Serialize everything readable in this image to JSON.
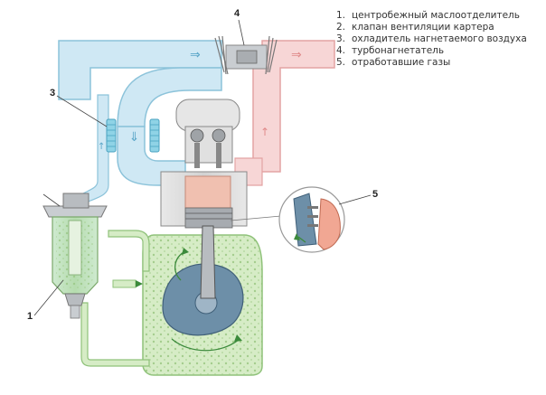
{
  "legend": [
    {
      "num": "1.",
      "text": "центробежный маслоотделитель"
    },
    {
      "num": "2.",
      "text": "клапан вентиляции картера"
    },
    {
      "num": "3.",
      "text": "охладитель нагнетаемого воздуха"
    },
    {
      "num": "4.",
      "text": "турбонагнетатель"
    },
    {
      "num": "5.",
      "text": "отработавшие газы"
    }
  ],
  "callouts": {
    "n1": "1",
    "n3": "3",
    "n4": "4",
    "n5": "5"
  },
  "colors": {
    "intake_air": "#cfe8f4",
    "intake_edge": "#8cc3da",
    "exhaust": "#f7d6d6",
    "exhaust_edge": "#e3a3a3",
    "oil_gas": "#d6ecc6",
    "oil_edge": "#8fc27a",
    "engine_body": "#dcdcdc",
    "metal": "#b8bcc0",
    "combustion": "#f0c0b0",
    "cooler": "#8fd3e6"
  }
}
